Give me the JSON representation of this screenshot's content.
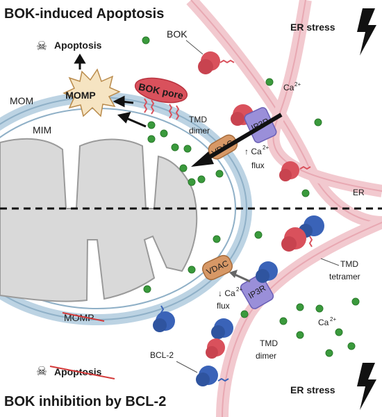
{
  "top_title": "BOK-induced Apoptosis",
  "bottom_title": "BOK inhibition by BCL-2",
  "er_stress_top": "ER stress",
  "er_stress_bottom": "ER stress",
  "apoptosis_top": "Apoptosis",
  "apoptosis_bottom": "Apoptosis",
  "momp_burst": "MOMP",
  "momp_crossed": "MOMP",
  "bok_pore": "BOK pore",
  "bok": "BOK",
  "bcl2": "BCL-2",
  "mom": "MOM",
  "mim": "MIM",
  "er": "ER",
  "vdac_top": "VDAC",
  "vdac_bottom": "VDAC",
  "ip3r_top": "IP3R",
  "ip3r_bottom": "IP3R",
  "tmd_dimer_top": [
    "TMD",
    "dimer"
  ],
  "tmd_dimer_bottom": [
    "TMD",
    "dimer"
  ],
  "tmd_tetramer": [
    "TMD",
    "tetramer"
  ],
  "ca_top": "Ca",
  "ca_bottom": "Ca",
  "ca_sup": "2+",
  "flux_top": [
    "↑ Ca",
    "flux"
  ],
  "flux_bottom": [
    "↓ Ca",
    "flux"
  ],
  "colors": {
    "bok_red": "#d9515c",
    "bcl2_blue": "#3a63b8",
    "calcium_green": "#3a9a3c",
    "er_membrane": "#f2c9cf",
    "mito_membrane": "#bcd3e3",
    "vdac_orange": "#d79866",
    "ip3r_purple": "#9a8fd9",
    "momp_burst": "#f6e4c2"
  }
}
